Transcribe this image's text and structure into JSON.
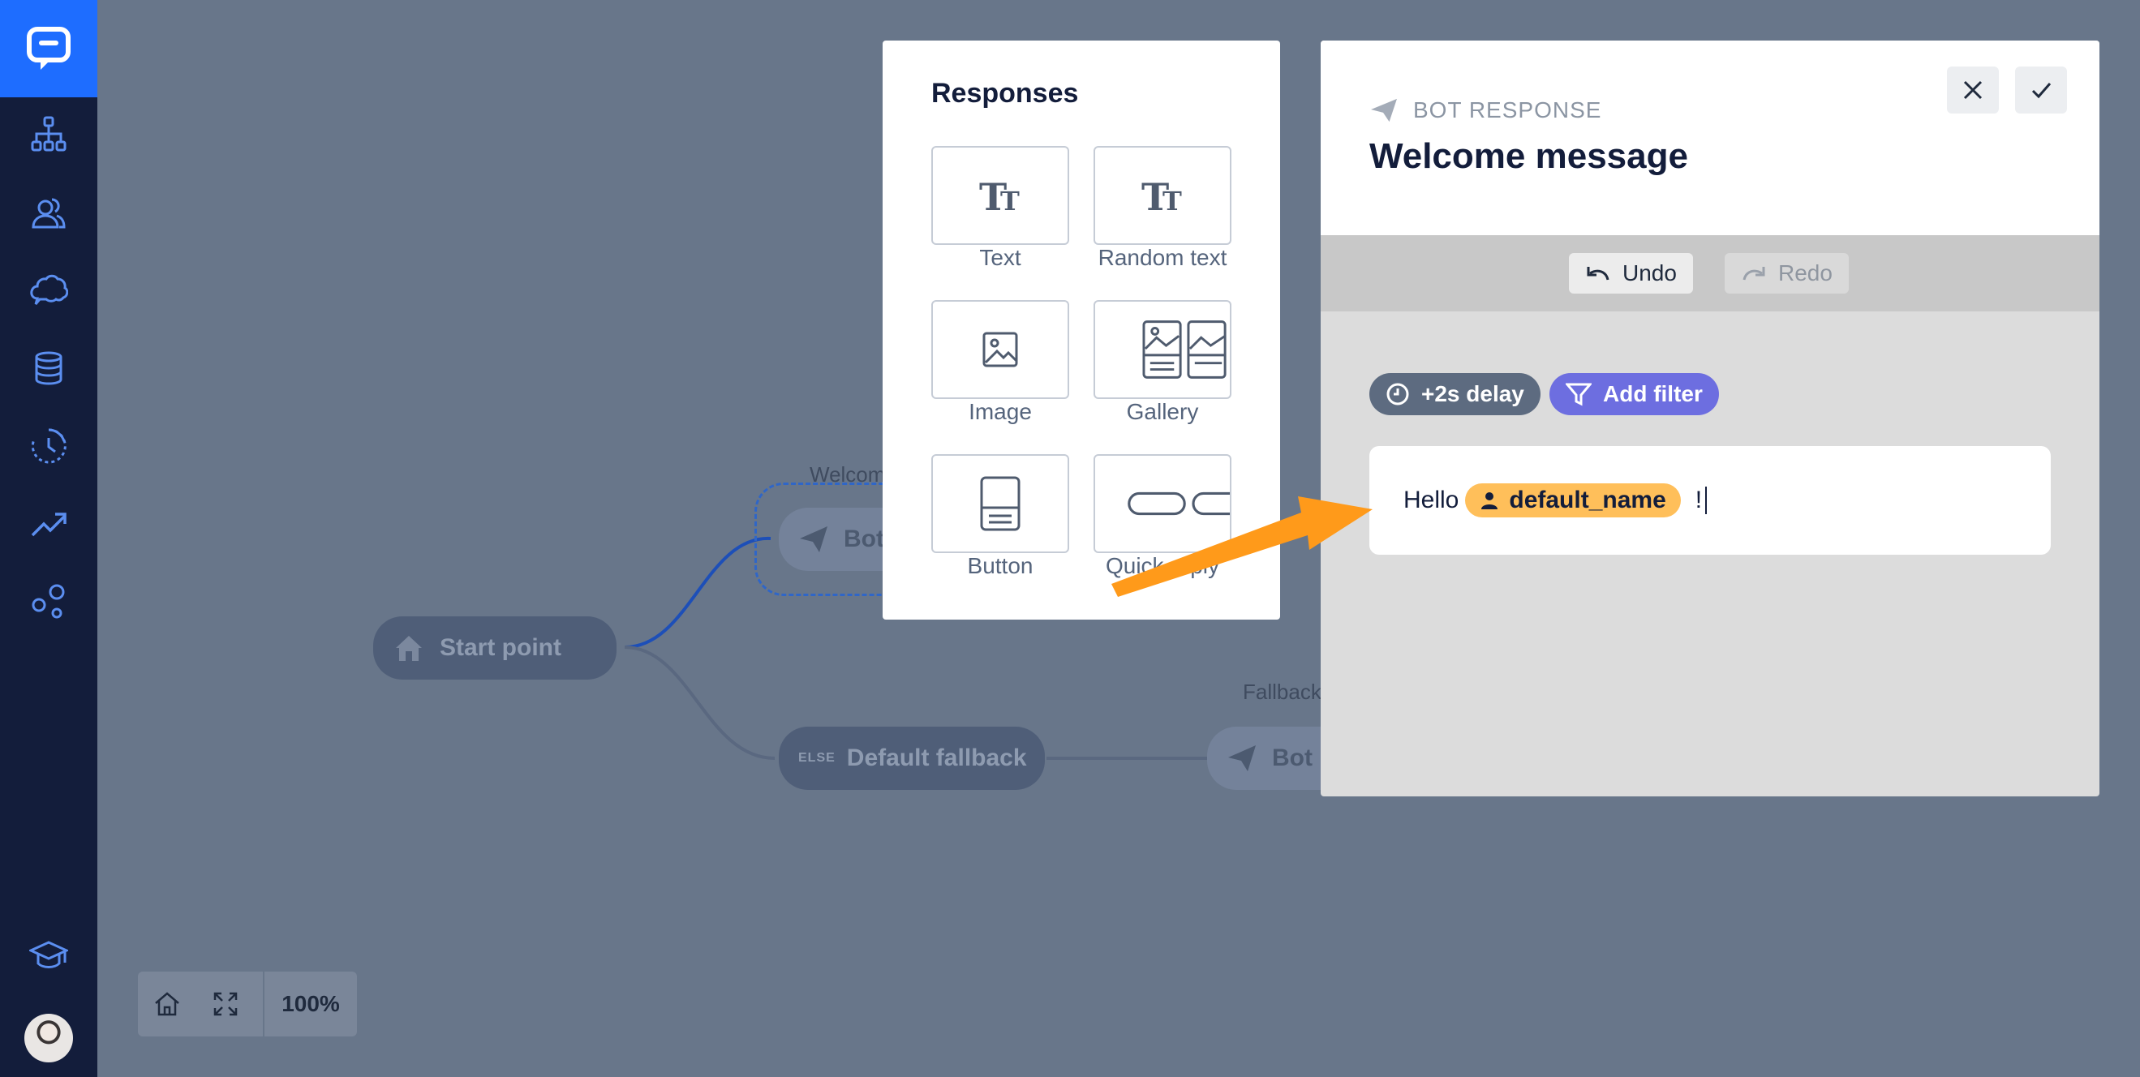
{
  "sidebar": {
    "nav_icons": [
      "chat-logo-icon",
      "stories-icon",
      "users-icon",
      "brain-icon",
      "database-icon",
      "history-icon",
      "analytics-icon",
      "integrations-icon",
      "academy-icon"
    ]
  },
  "canvas": {
    "start_node": {
      "label": "Start point"
    },
    "welcome_label": "Welcome",
    "bot_node_1": {
      "label": "Bot"
    },
    "fallback_node": {
      "tag": "ELSE",
      "label": "Default fallback"
    },
    "fallback_label": "Fallback",
    "bot_node_2": {
      "label": "Bot"
    },
    "zoom": {
      "value": "100%"
    }
  },
  "responses_panel": {
    "title": "Responses",
    "items": [
      {
        "label": "Text",
        "icon": "text-icon"
      },
      {
        "label": "Random text",
        "icon": "random-text-icon"
      },
      {
        "label": "Image",
        "icon": "image-icon"
      },
      {
        "label": "Gallery",
        "icon": "gallery-icon"
      },
      {
        "label": "Button",
        "icon": "button-icon"
      },
      {
        "label": "Quick reply",
        "icon": "quick-reply-icon"
      }
    ]
  },
  "editor": {
    "kicker": "BOT RESPONSE",
    "title": "Welcome message",
    "undo_label": "Undo",
    "redo_label": "Redo",
    "delay_label": "+2s delay",
    "filter_label": "Add filter",
    "message": {
      "prefix": "Hello",
      "variable": "default_name",
      "suffix": "!"
    }
  },
  "colors": {
    "accent_blue": "#1e6dff",
    "sidebar_bg": "#131d3b",
    "variable_chip": "#ffbf5a",
    "filter_pill": "#6d6ee0",
    "annotation_arrow": "#ff9a1a"
  }
}
